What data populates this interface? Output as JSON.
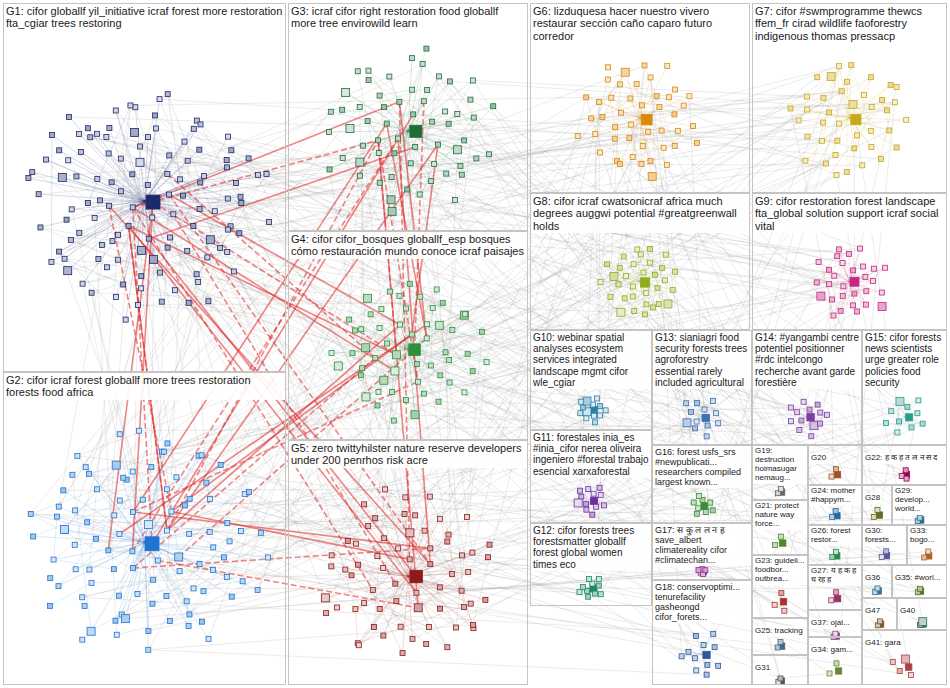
{
  "diagram": {
    "nodes": [
      {
        "text": [
          "G1: cifor globallf yil_initiative icraf forest more restoration fta_cgiar trees restoring"
        ]
      },
      {
        "text": [
          "G3: icraf cifor right restoration food globallf more tree envirowild learn"
        ]
      },
      {
        "text": [
          "G6: lizduquesa hacer nuestro vivero restaurar sección caño caparo futuro corredor"
        ]
      },
      {
        "text": [
          "G7: cifor #swmprogramme thewcs ffem_fr cirad wildlife faoforestry indigenous thomas pressacp"
        ]
      },
      {
        "text": [
          "G8: cifor icraf cwatsonicraf africa much degrees auggwi potential #greatgreenwall holds"
        ]
      },
      {
        "text": [
          "G9: cifor restoration forest landscape fta_global solution support icraf social vital"
        ]
      },
      {
        "text": [
          "G4: cifor cifor_bosques globallf_esp bosques cómo restauración mundo conoce icraf paisajes"
        ]
      },
      {
        "text": [
          "G10: webinar spatial analyses ecosystem services integrated landscape mgmt cifor wle_cgiar"
        ]
      },
      {
        "text": [
          "G13: sianiagri food security forests trees agroforestry essential rarely included agricultural"
        ]
      },
      {
        "text": [
          "G14: #yangambi centre potentiel positionner #rdc intelcongo recherche avant garde forestière"
        ]
      },
      {
        "text": [
          "G15: cifor forests news scientists urge greater role policies food security"
        ]
      },
      {
        "text": [
          "G2: cifor icraf forest globallf more trees restoration forests food africa"
        ]
      },
      {
        "text": [
          "G11: forestales inia_es #inia_cifor nerea oliveira ingeniero #forestal trabajo esencial xarxaforestal"
        ]
      },
      {
        "text": [
          "G16: forest usfs_srs #newpublicati... researchers compiled largest known..."
        ]
      },
      {
        "text": [
          "G19: destruction hoimasugar nemaug..."
        ]
      },
      {
        "text": [
          "G20"
        ]
      },
      {
        "text": [
          "G22: ह क ह त ल न स द"
        ]
      },
      {
        "text": [
          "G5: zero twittyhilster nature reserve developers under 200 penrhos risk acre"
        ]
      },
      {
        "text": [
          "G24: mother #happym..."
        ]
      },
      {
        "text": [
          "G28"
        ]
      },
      {
        "text": [
          "G29: develop... world..."
        ]
      },
      {
        "text": [
          "G21: protect nature way force..."
        ]
      },
      {
        "text": [
          "G12: cifor forests trees forestsmatter globallf forest global women times eco"
        ]
      },
      {
        "text": [
          "G17: स कु ल ल न ह save_albert climatereality cifor #climatechan..."
        ]
      },
      {
        "text": [
          "G26: forest restor..."
        ]
      },
      {
        "text": [
          "G30: forests..."
        ]
      },
      {
        "text": [
          "G33: bogo..."
        ]
      },
      {
        "text": [
          "G23: guideli... foodbor... outbrea..."
        ]
      },
      {
        "text": [
          "G27: य ह क ह ध रह ह"
        ]
      },
      {
        "text": [
          "G36"
        ]
      },
      {
        "text": [
          "G35: #worl..."
        ]
      },
      {
        "text": [
          "G18: conservoptimi... tenurefacility gasheongd cifor_forets..."
        ]
      },
      {
        "text": [
          "G47"
        ]
      },
      {
        "text": [
          "G40"
        ]
      },
      {
        "text": [
          "G37: ojal..."
        ]
      },
      {
        "text": [
          "G25: tracking"
        ]
      },
      {
        "text": [
          "G34: gam..."
        ]
      },
      {
        "text": [
          "G41: gara"
        ]
      },
      {
        "text": [
          "G31"
        ]
      }
    ]
  }
}
